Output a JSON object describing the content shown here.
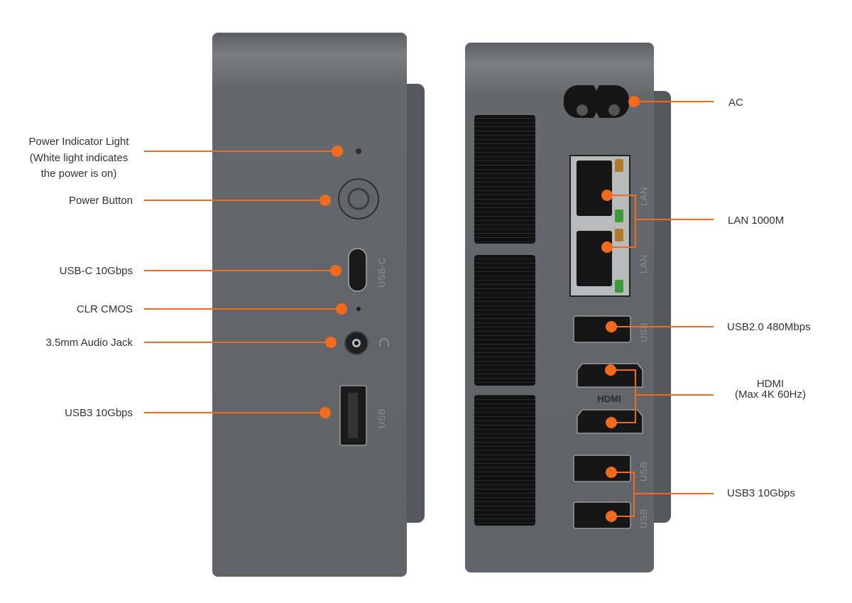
{
  "left_panel": {
    "labels": {
      "power_indicator_1": "Power Indicator Light",
      "power_indicator_2": "(White light indicates",
      "power_indicator_3": "the power is on)",
      "power_button": "Power Button",
      "usb_c": "USB-C 10Gbps",
      "clr_cmos": "CLR CMOS",
      "audio": "3.5mm Audio Jack",
      "usb3": "USB3 10Gbps"
    },
    "port_markings": {
      "usb_c": "USB-C",
      "usb": "USB"
    }
  },
  "right_panel": {
    "labels": {
      "ac": "AC",
      "lan": "LAN 1000M",
      "usb2": "USB2.0 480Mbps",
      "hdmi_1": "HDMI",
      "hdmi_2": "(Max 4K 60Hz)",
      "usb3": "USB3 10Gbps"
    },
    "port_markings": {
      "lan": "LAN",
      "usb": "USB",
      "hdmi": "HDMI"
    }
  },
  "colors": {
    "accent": "#f26a1b",
    "body": "#62666a"
  }
}
